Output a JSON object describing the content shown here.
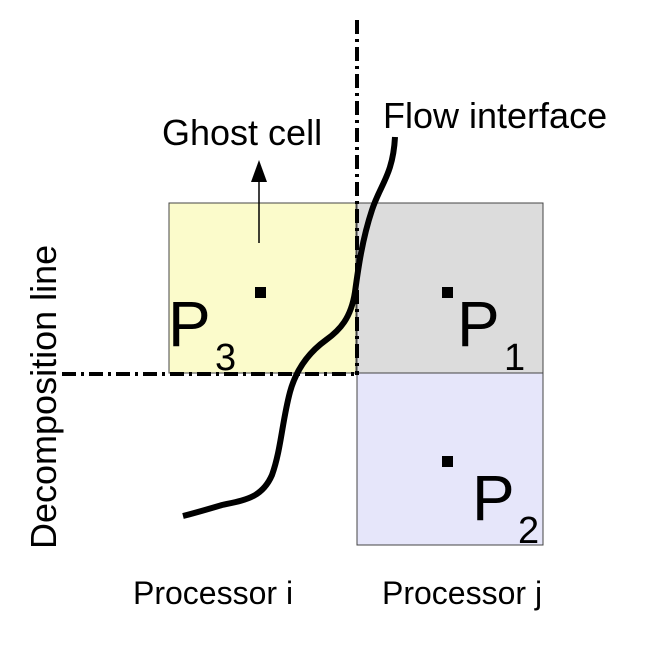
{
  "labels": {
    "ghost_cell": "Ghost cell",
    "flow_interface": "Flow interface",
    "decomposition_line": "Decomposition line",
    "processor_i": "Processor i",
    "processor_j": "Processor j"
  },
  "points": [
    {
      "letter": "P",
      "index": "3"
    },
    {
      "letter": "P",
      "index": "1"
    },
    {
      "letter": "P",
      "index": "2"
    }
  ],
  "colors": {
    "ghost_cell_fill": "#fbfbcb",
    "cell_p1_fill": "#dcdcdc",
    "cell_p2_fill": "#e6e6fa",
    "stroke": "#000000"
  }
}
